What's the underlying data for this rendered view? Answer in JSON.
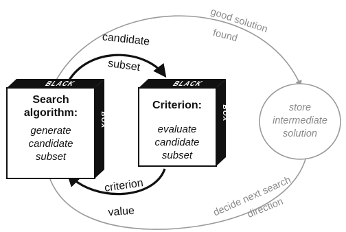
{
  "labels": {
    "candidate_subset_line1": "candidate",
    "candidate_subset_line2": "subset",
    "criterion_value_line1": "criterion",
    "criterion_value_line2": "value",
    "good_solution_line1": "good solution",
    "good_solution_line2": "found",
    "decide_next_line1": "decide next search",
    "decide_next_line2": "direction"
  },
  "search_box": {
    "strip_top": "BLACK",
    "strip_side": "BOX",
    "title_line1": "Search",
    "title_line2": "algorithm:",
    "body_line1": "generate",
    "body_line2": "candidate",
    "body_line3": "subset"
  },
  "criterion_box": {
    "strip_top": "BLACK",
    "strip_side": "BOX",
    "title": "Criterion:",
    "body_line1": "evaluate",
    "body_line2": "candidate",
    "body_line3": "subset"
  },
  "store_node": {
    "line1": "store",
    "line2": "intermediate",
    "line3": "solution"
  },
  "colors": {
    "black": "#111111",
    "gray": "#9a9a9a",
    "gray_text": "#8a8a8a"
  }
}
